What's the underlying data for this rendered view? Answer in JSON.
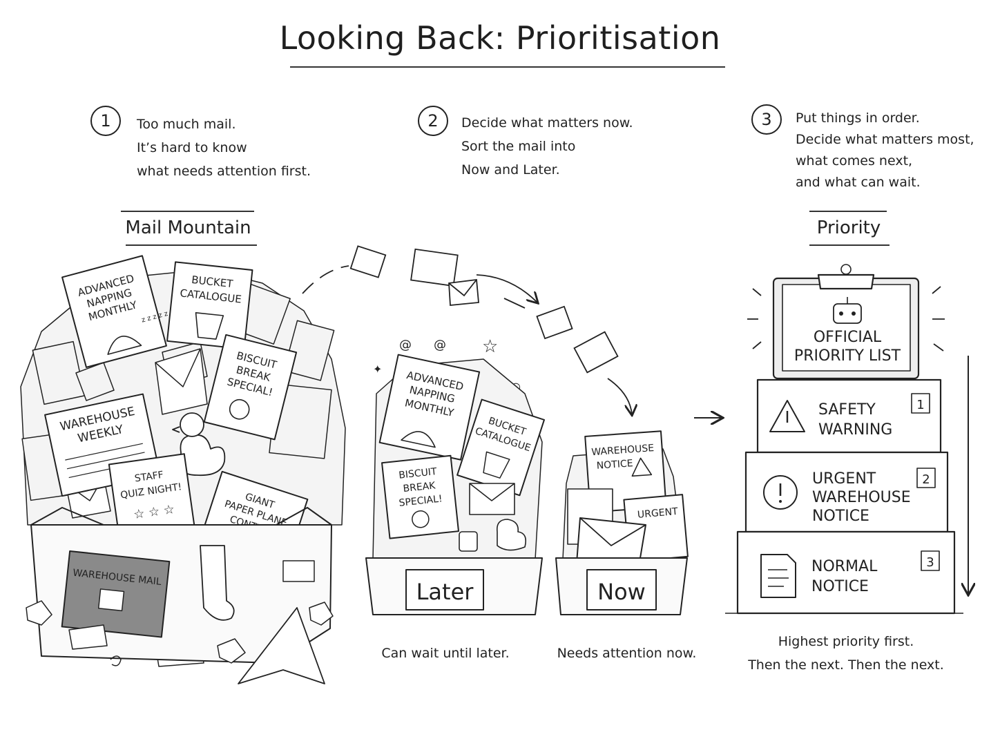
{
  "title": "Looking Back: Prioritisation",
  "steps": [
    {
      "number": "1",
      "lines": [
        "Too much mail.",
        "It’s hard to know",
        "what needs attention first."
      ]
    },
    {
      "number": "2",
      "lines": [
        "Decide what matters now.",
        "Sort the mail into",
        "Now and Later."
      ]
    },
    {
      "number": "3",
      "lines": [
        "Put things in order.",
        "Decide what matters most,",
        "what comes next,",
        "and what can wait."
      ]
    }
  ],
  "sections": {
    "mountain_label": "Mail Mountain",
    "priority_label": "Priority"
  },
  "mountain": {
    "box_label": "WAREHOUSE MAIL",
    "magazines": {
      "napping": [
        "ADVANCED",
        "NAPPING",
        "MONTHLY"
      ],
      "bucket": [
        "BUCKET",
        "CATALOGUE"
      ],
      "biscuit": [
        "BISCUIT",
        "BREAK",
        "SPECIAL!"
      ],
      "weekly": [
        "WAREHOUSE",
        "WEEKLY"
      ],
      "quiz": [
        "STAFF",
        "QUIZ NIGHT!"
      ],
      "plane": [
        "GIANT",
        "PAPER PLANE",
        "CONTEST"
      ]
    }
  },
  "later_bin": {
    "label": "Later",
    "caption": "Can wait until later.",
    "magazines": {
      "napping": [
        "ADVANCED",
        "NAPPING",
        "MONTHLY"
      ],
      "bucket": [
        "BUCKET",
        "CATALOGUE"
      ],
      "biscuit": [
        "BISCUIT",
        "BREAK",
        "SPECIAL!"
      ]
    }
  },
  "now_bin": {
    "label": "Now",
    "caption": "Needs attention now.",
    "notice": [
      "WAREHOUSE",
      "NOTICE"
    ],
    "urgent": "URGENT"
  },
  "priority": {
    "clipboard": [
      "OFFICIAL",
      "PRIORITY LIST"
    ],
    "items": [
      {
        "rank": "1",
        "lines": [
          "SAFETY",
          "WARNING"
        ],
        "icon": "warning-triangle-icon"
      },
      {
        "rank": "2",
        "lines": [
          "URGENT",
          "WAREHOUSE",
          "NOTICE"
        ],
        "icon": "exclamation-circle-icon"
      },
      {
        "rank": "3",
        "lines": [
          "NORMAL",
          "NOTICE"
        ],
        "icon": "document-icon"
      }
    ],
    "caption_lines": [
      "Highest priority first.",
      "Then the next. Then the next."
    ]
  }
}
